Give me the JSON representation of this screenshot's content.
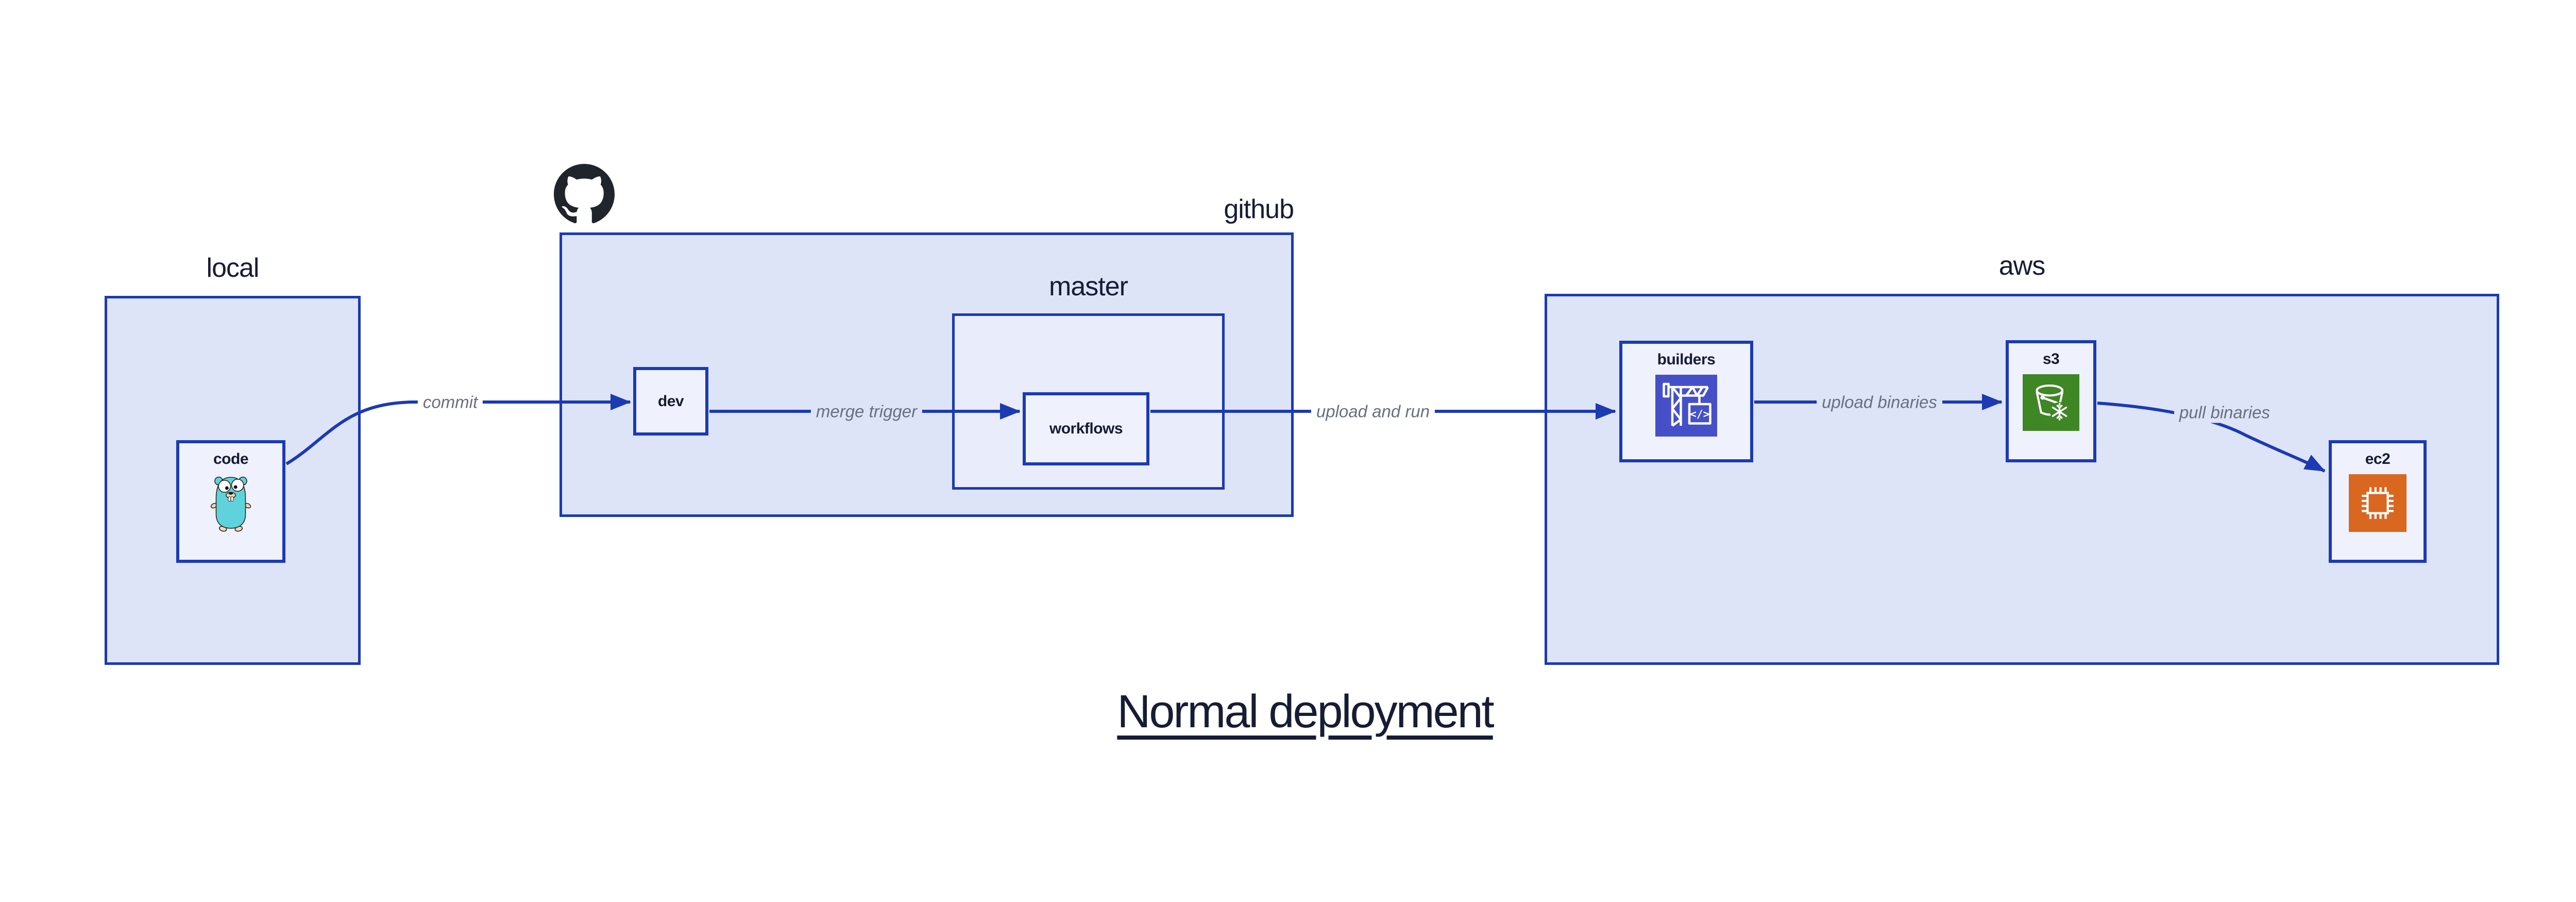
{
  "diagram": {
    "title": "Normal deployment",
    "containers": {
      "local": {
        "label": "local"
      },
      "github": {
        "label": "github"
      },
      "master": {
        "label": "master"
      },
      "aws": {
        "label": "aws"
      }
    },
    "nodes": {
      "code": {
        "label": "code",
        "icon": "go-gopher-icon"
      },
      "dev": {
        "label": "dev"
      },
      "workflows": {
        "label": "workflows"
      },
      "builders": {
        "label": "builders",
        "icon": "aws-codebuild-icon"
      },
      "s3": {
        "label": "s3",
        "icon": "aws-s3-glacier-bucket-icon"
      },
      "ec2": {
        "label": "ec2",
        "icon": "aws-ec2-chip-icon"
      }
    },
    "edges": [
      {
        "id": "commit",
        "label": "commit",
        "from": "code",
        "to": "dev"
      },
      {
        "id": "merge-trigger",
        "label": "merge trigger",
        "from": "dev",
        "to": "workflows"
      },
      {
        "id": "upload-and-run",
        "label": "upload and run",
        "from": "workflows",
        "to": "builders"
      },
      {
        "id": "upload-binaries",
        "label": "upload binaries",
        "from": "builders",
        "to": "s3"
      },
      {
        "id": "pull-binaries",
        "label": "pull binaries",
        "from": "s3",
        "to": "ec2"
      }
    ],
    "icons": {
      "github_logo": "github-octocat-mark"
    },
    "colors": {
      "container_fill": "#dde4f8",
      "inner_container_fill": "#e9edfb",
      "node_fill": "#eff2fc",
      "line_blue": "#1b3ab3",
      "label_navy": "#171c35",
      "edge_label_gray": "#686f80",
      "codebuild_indigo": "#4550c8",
      "s3_green": "#3f8624",
      "ec2_orange": "#d9671f",
      "github_black": "#20242b",
      "gopher_teal": "#5fd3dc"
    }
  }
}
